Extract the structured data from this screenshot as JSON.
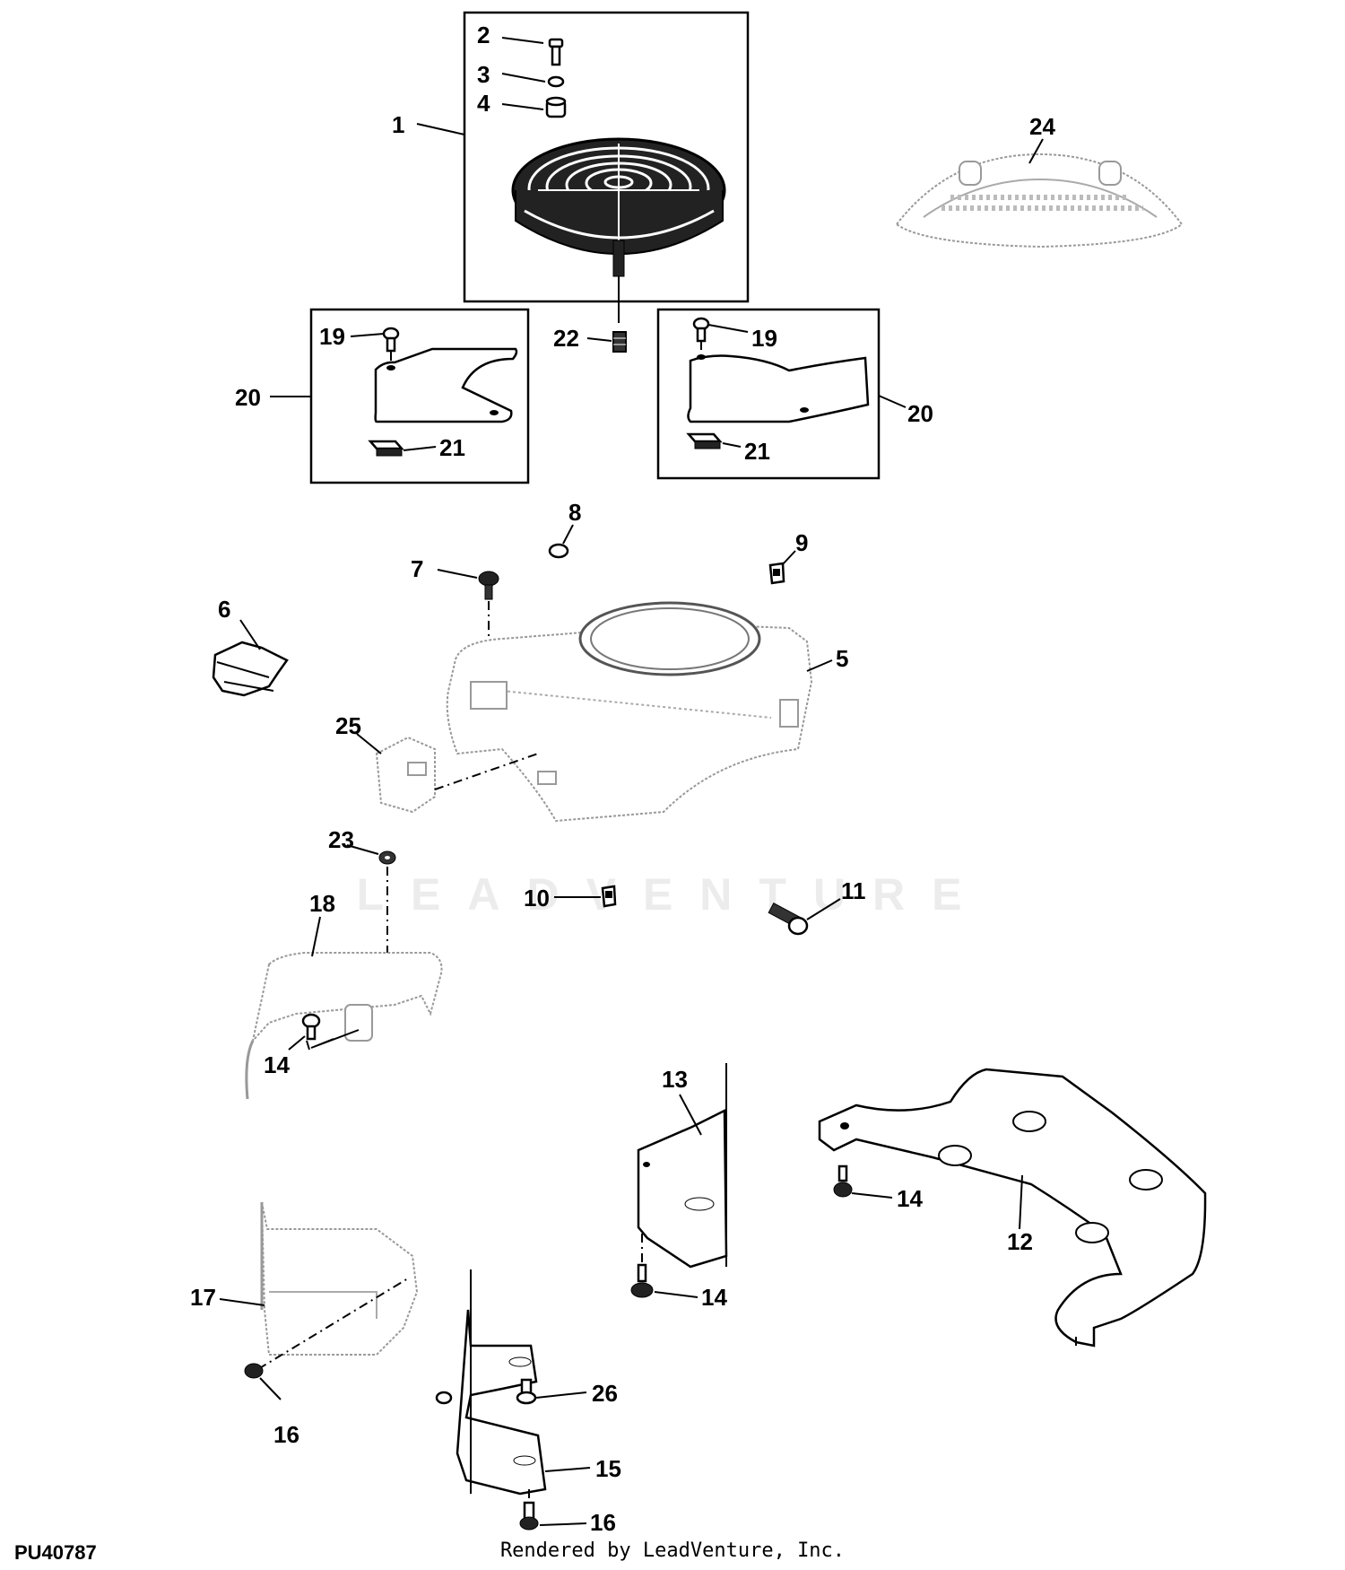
{
  "diagram": {
    "callouts": [
      "1",
      "2",
      "3",
      "4",
      "5",
      "6",
      "7",
      "8",
      "9",
      "10",
      "11",
      "12",
      "13",
      "14",
      "15",
      "16",
      "17",
      "18",
      "19",
      "20",
      "21",
      "22",
      "23",
      "24",
      "25",
      "26"
    ],
    "watermark_text": "LEADVENTURE",
    "figure_id": "PU40787",
    "credit": "Rendered by LeadVenture, Inc."
  }
}
